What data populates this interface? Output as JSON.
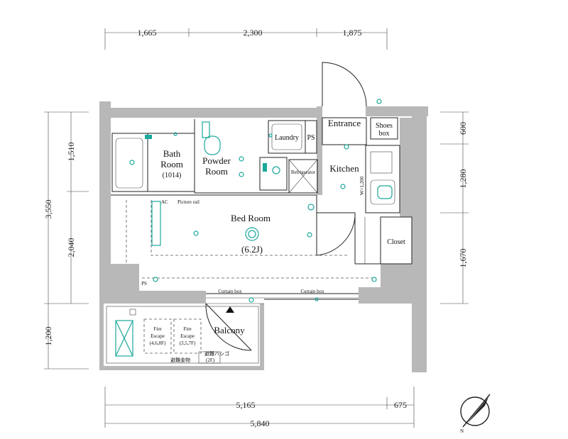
{
  "dimensions": {
    "top": [
      "1,665",
      "2,300",
      "1,875"
    ],
    "left_outer": "3,550",
    "left_inner": [
      "1,510",
      "2,040"
    ],
    "left_balcony": "1,200",
    "right": [
      "600",
      "1,280",
      "1,670"
    ],
    "bottom_a": [
      "5,165",
      "675"
    ],
    "bottom_b": "5,840"
  },
  "rooms": {
    "bath_line1": "Bath",
    "bath_line2": "Room",
    "bath_size": "(1014)",
    "powder_line1": "Powder",
    "powder_line2": "Room",
    "laundry": "Laundry",
    "ps_top": "PS",
    "entrance": "Entrance",
    "shoes_line1": "Shoes",
    "shoes_line2": "box",
    "kitchen": "Kitchen",
    "refrigerator": "Refrigerator",
    "wl": "W=1,200",
    "bedroom": "Bed Room",
    "bedroom_size": "(6.2J)",
    "closet": "Closet",
    "ps_left": "PS",
    "balcony": "Balcony",
    "fire1_line1": "Fire",
    "fire1_line2": "Escape",
    "fire1_line3": "(4,6,8F)",
    "fire2_line1": "Fire",
    "fire2_line2": "Escape",
    "fire2_line3": "(3,5,7F)"
  },
  "labels": {
    "picture_rail": "Picture rail",
    "curtain_box_1": "Curtain box",
    "curtain_box_2": "Curtain box",
    "ac": "AC",
    "ladder": "避難ハシゴ",
    "ladder_floor": "(2F)",
    "hatch": "避難金物"
  },
  "compass": {
    "letter": "N"
  }
}
